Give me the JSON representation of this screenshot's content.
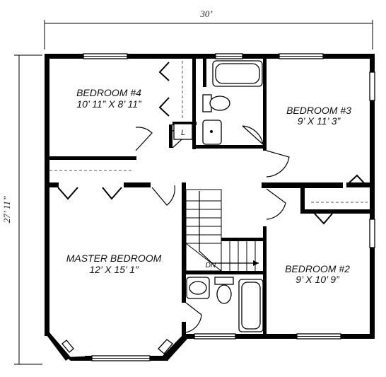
{
  "dimensions": {
    "width_label": "30’",
    "depth_label": "27’ 11”"
  },
  "rooms": {
    "bedroom4": {
      "name": "BEDROOM #4",
      "size": "10’ 11” X 8’ 11”"
    },
    "bedroom3": {
      "name": "BEDROOM #3",
      "size": "9’ X 11’ 3”"
    },
    "master": {
      "name": "MASTER BEDROOM",
      "size": "12’ X 15’ 1”"
    },
    "bedroom2": {
      "name": "BEDROOM #2",
      "size": "9’ X 10’ 9”"
    }
  },
  "linen_label": "L",
  "stair_label": "DN"
}
